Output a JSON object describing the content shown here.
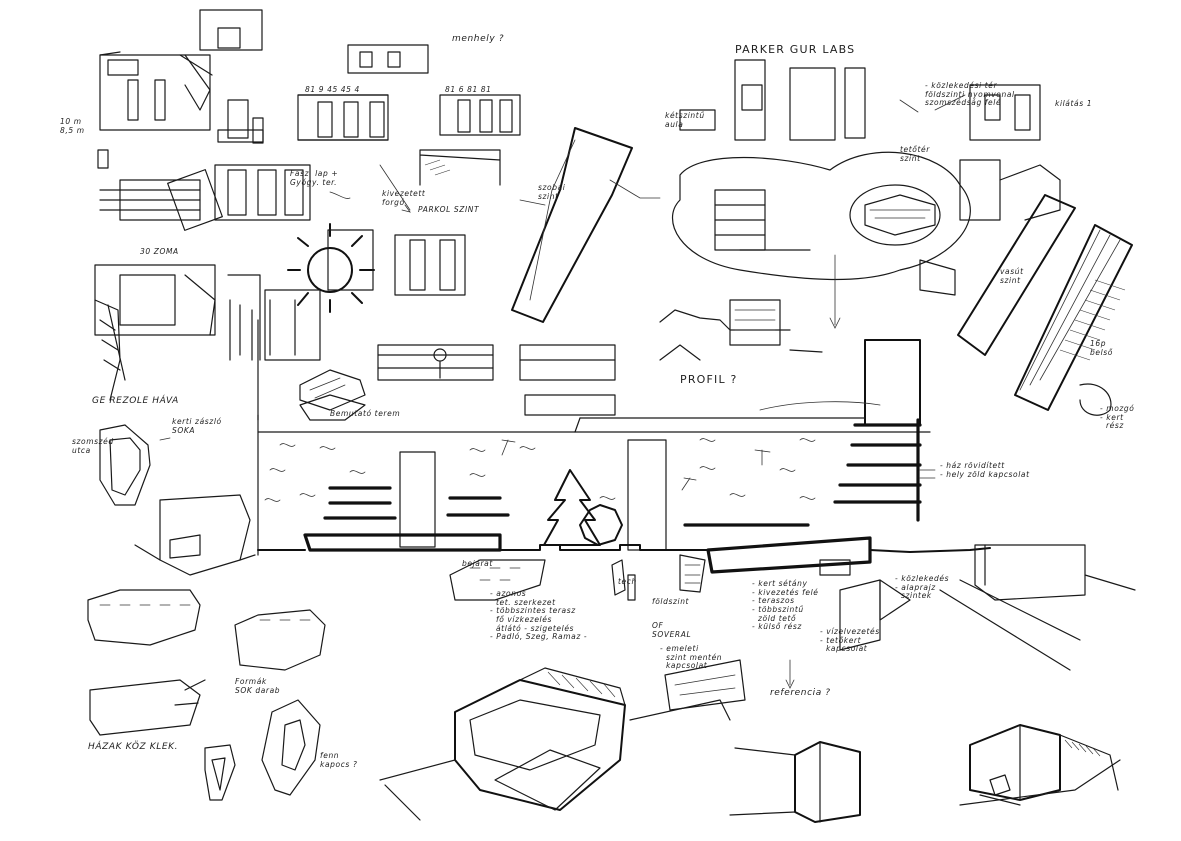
{
  "colors": {
    "ink": "#1a1a1a",
    "paper": "#ffffff"
  },
  "sketch": {
    "notes": {
      "menhely": "menhely ?",
      "parking_top": "PARKER GUR LABS",
      "heights_a": "81 9 45 45 4",
      "heights_b": "81 6 81 81",
      "sun_label": "30 ZOMA",
      "left_dims": "10 m\n8,5 m",
      "fasz_lap": "Fasz. lap +\nGyógy. ter.",
      "kivezett": "kivezetett\nforgó",
      "left_label": "GE REZOLE HÁVA",
      "szomszed": "szomszéd\nutca",
      "kerti_zaszlo": "kerti zászló\nSOKA",
      "parkol_szint": "PARKOL SZINT",
      "kozlekedes": "- közlekedési tér\nföldszinti nyomvonal\nszomszédság felé",
      "kilaj": "kilátás 1",
      "ketszintu": "kétszintű\naula",
      "tetoter": "tetőtér\nszint",
      "teto_label": "PROFIL ?",
      "szoba_n": "szobai\nszint",
      "right_labels": "- ház rövidített\n- hely zöld kapcsolat",
      "bottom_list": "- azonos\n  tet. szerkezet\n- többszintes terasz\n  fő vízkezelés\n  átlátó - szigetelés\n- Padló, Szeg, Ramaz -",
      "foldszint": "földszint",
      "of_sov": "OF\nSOVERAL",
      "teret": "- emeleti\n  szint mentén\n  kapcsolat",
      "right_list": "- kert sétány\n- kivezetés felé\n- teraszos\n- többszintű\n  zöld tető\n- külső rész",
      "right_list2": "- vízelvezetés\n- tetőkert\n  kapcsolat",
      "reflect": "referencia ?",
      "bemutato": "Bemutató\nterem",
      "hazak": "HÁZAK KÖZ KLEK.",
      "fenn_bajszos": "fenn\nkapocs ?",
      "forma": "Formák\nSOK darab",
      "bejarat": "bejárat",
      "tech": "tech",
      "right_mid": "- közlekedés\n- alaprajz\n  szintek",
      "vasut": "vasút\nszint",
      "sor_label": "16p\nbelső",
      "right_bottom_note": "- mozgó\n- kert\n  rész"
    }
  }
}
